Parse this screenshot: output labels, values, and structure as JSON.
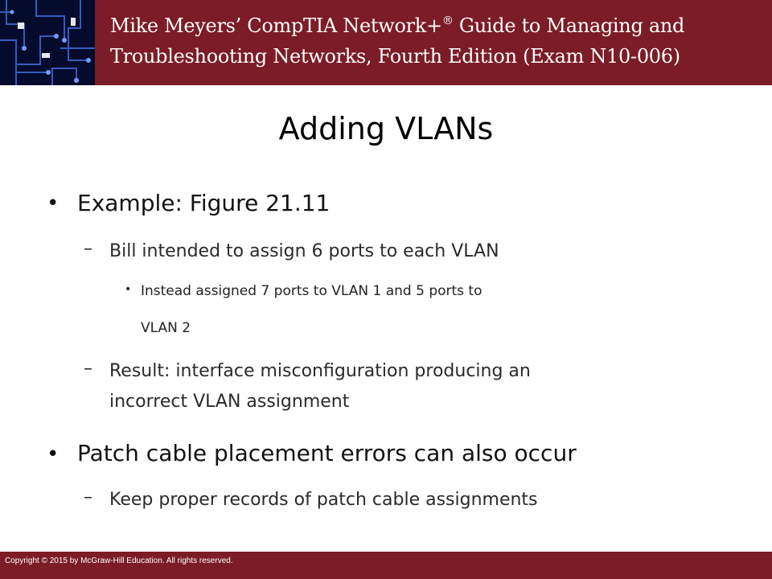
{
  "header": {
    "title_line1": "Mike Meyers’ CompTIA Network+",
    "title_reg": "®",
    "title_line1_end": " Guide to Managing and",
    "title_line2": "Troubleshooting Networks, Fourth Edition (Exam N10-006)"
  },
  "slide": {
    "title": "Adding VLANs",
    "bullets": [
      {
        "marker": "•",
        "text": "Example: Figure 21.11"
      },
      {
        "marker": "–",
        "text": "Bill intended to assign 6 ports to each VLAN"
      },
      {
        "marker": "•",
        "text": "Instead assigned 7 ports to VLAN 1 and 5 ports to"
      },
      {
        "text": "VLAN 2"
      },
      {
        "marker": "–",
        "text": "Result: interface misconfiguration producing an"
      },
      {
        "text": "incorrect VLAN assignment"
      },
      {
        "marker": "•",
        "text": "Patch cable placement errors can also occur"
      },
      {
        "marker": "–",
        "text": "Keep proper records of patch cable assignments"
      }
    ]
  },
  "footer": {
    "copyright": "Copyright © 2015 by McGraw-Hill Education. All rights reserved."
  },
  "colors": {
    "header_bg": "#7b1c26",
    "footer_bg": "#7b1c26"
  }
}
